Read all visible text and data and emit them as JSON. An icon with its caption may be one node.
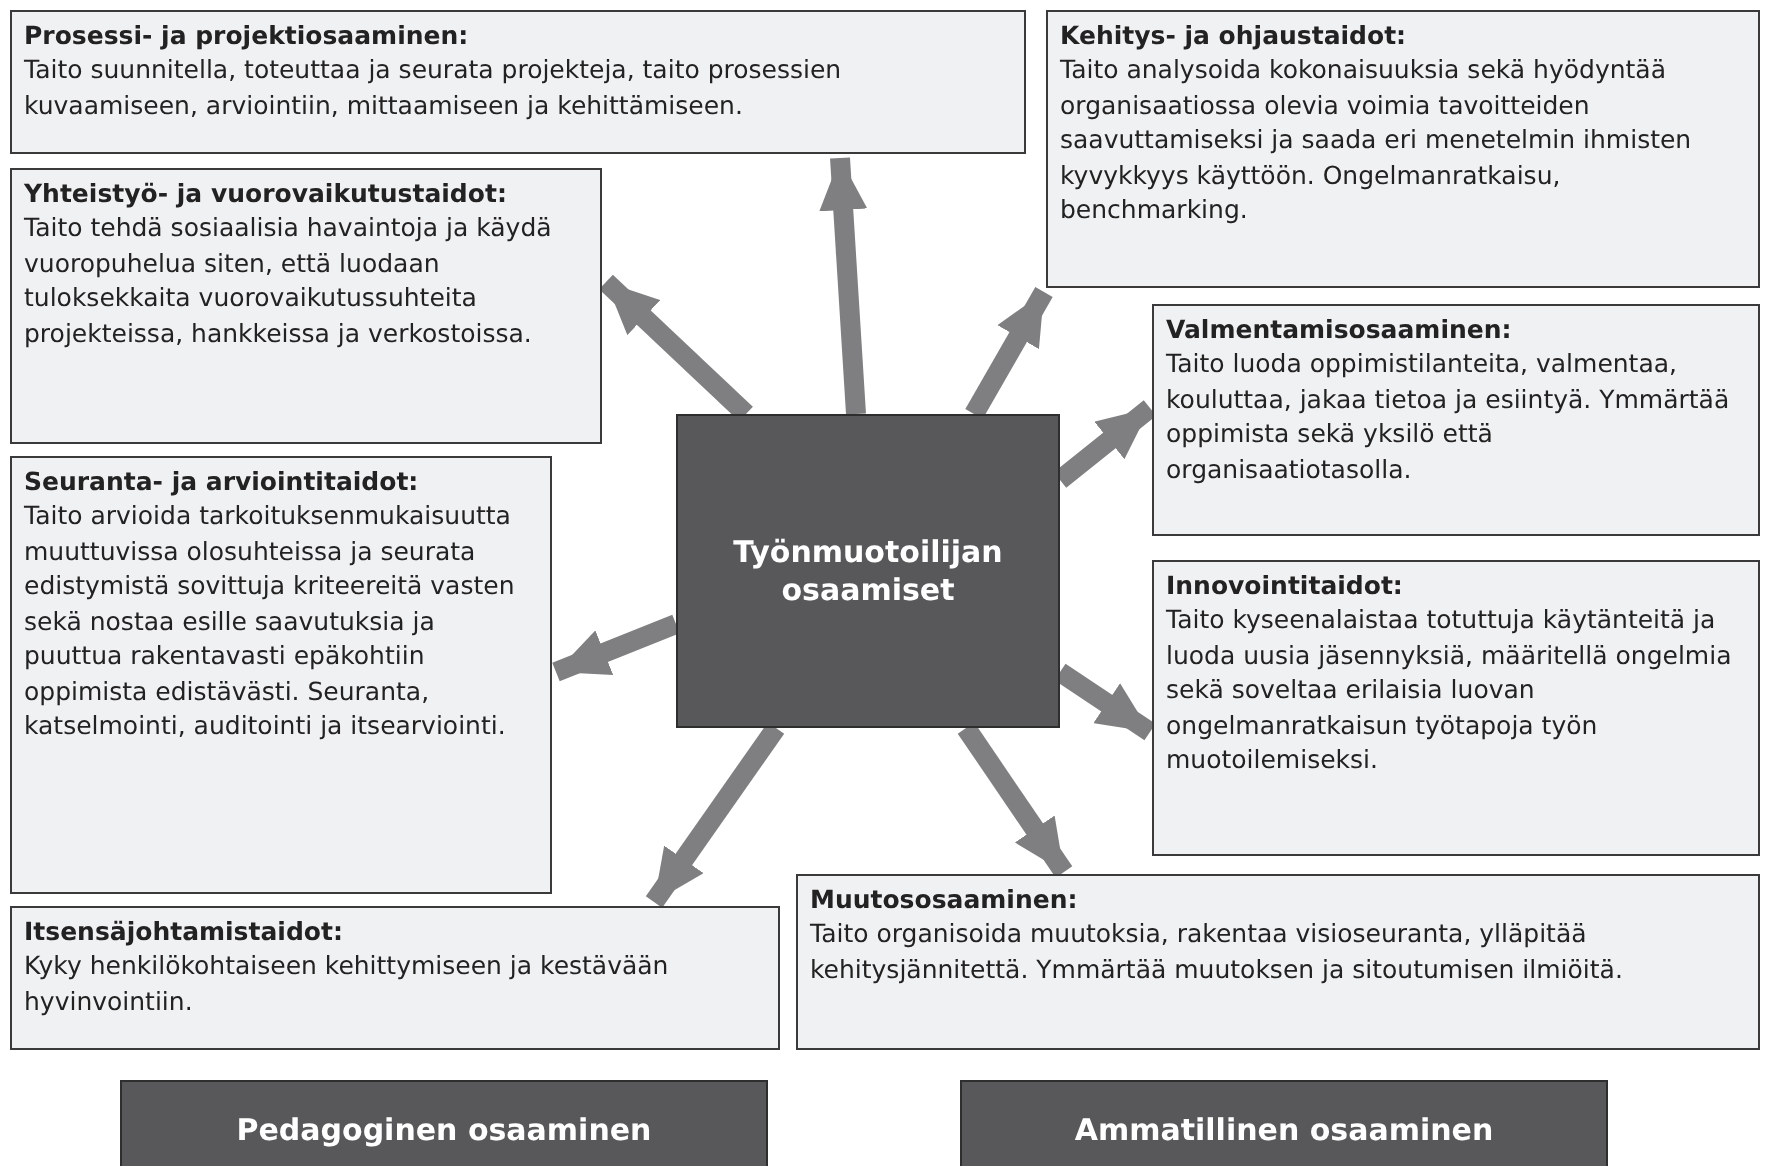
{
  "diagram": {
    "nodes": [
      {
        "text": [
          "Työnmuotoilijan osaamiset"
        ]
      },
      {
        "text": [
          "Prosessi- ja projektiosaaminen:",
          "Taito suunnitella, toteuttaa ja seurata projekteja, taito prosessien kuvaamiseen, arviointiin, mittaamiseen ja kehittämiseen."
        ]
      },
      {
        "text": [
          "Kehitys- ja ohjaustaidot:",
          "Taito analysoida kokonaisuuksia sekä hyödyntää organisaatiossa olevia voimia tavoitteiden saavuttamiseksi ja saada eri menetelmin ihmisten kyvykkyys käyttöön. Ongelmanratkaisu, benchmarking."
        ]
      },
      {
        "text": [
          "Yhteistyö- ja vuorovaikutustaidot:",
          "Taito tehdä sosiaalisia havaintoja ja käydä vuoropuhelua siten, että luodaan tuloksekkaita vuorovaikutussuhteita projekteissa, hankkeissa ja verkostoissa."
        ]
      },
      {
        "text": [
          "Valmentamisosaaminen:",
          "Taito luoda oppimistilanteita, valmentaa, kouluttaa, jakaa tietoa ja esiintyä. Ymmärtää oppimista sekä yksilö että organisaatiotasolla."
        ]
      },
      {
        "text": [
          "Seuranta- ja arviointitaidot:",
          "Taito arvioida tarkoituksenmukaisuutta muuttuvissa olosuhteissa ja seurata edistymistä sovittuja kriteereitä vasten sekä nostaa esille saavutuksia ja puuttua rakentavasti epäkohtiin oppimista edistävästi. Seuranta, katselmointi, auditointi ja itsearviointi."
        ]
      },
      {
        "text": [
          "Innovointitaidot:",
          "Taito kyseenalaistaa totuttuja käytänteitä ja luoda uusia jäsennyksiä, määritellä ongelmia sekä soveltaa erilaisia luovan ongelmanratkaisun työtapoja työn muotoilemiseksi."
        ]
      },
      {
        "text": [
          "Itsensäjohtamistaidot:",
          "Kyky henkilökohtaiseen kehittymiseen ja kestävään hyvinvointiin."
        ]
      },
      {
        "text": [
          "Muutososaaminen:",
          "Taito organisoida muutoksia, rakentaa visioseuranta, ylläpitää kehitysjännitettä. Ymmärtää muutoksen ja sitoutumisen ilmiöitä."
        ]
      },
      {
        "text": [
          "Pedagoginen osaaminen"
        ]
      },
      {
        "text": [
          "Ammatillinen osaaminen"
        ]
      }
    ],
    "edges": [
      {
        "from": 0,
        "to": 1,
        "arrow": "to"
      },
      {
        "from": 0,
        "to": 2,
        "arrow": "to"
      },
      {
        "from": 0,
        "to": 3,
        "arrow": "to"
      },
      {
        "from": 0,
        "to": 4,
        "arrow": "to"
      },
      {
        "from": 0,
        "to": 5,
        "arrow": "to"
      },
      {
        "from": 0,
        "to": 6,
        "arrow": "to"
      },
      {
        "from": 0,
        "to": 7,
        "arrow": "to"
      },
      {
        "from": 0,
        "to": 8,
        "arrow": "to"
      }
    ]
  }
}
